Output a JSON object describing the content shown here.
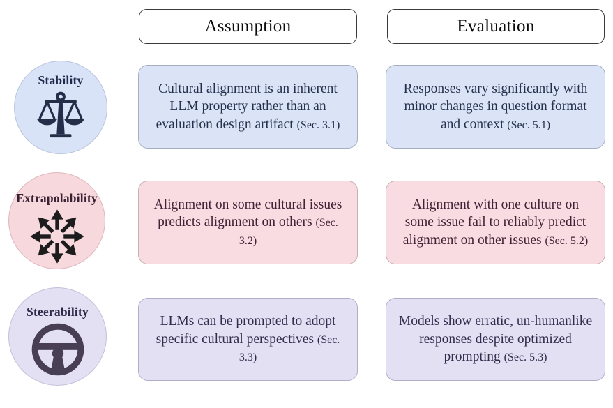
{
  "header": {
    "assumption": "Assumption",
    "evaluation": "Evaluation"
  },
  "rows": [
    {
      "id": "stability",
      "label": "Stability",
      "icon": "balance-scale-icon",
      "theme": {
        "fill": "#dbe4f6",
        "border": "#a6aec3",
        "text": "#25304d",
        "icon_color": "#242e48"
      },
      "assumption": {
        "text": "Cultural alignment is an inherent LLM property rather than an evaluation design artifact",
        "section": "(Sec. 3.1)"
      },
      "evaluation": {
        "text": "Responses vary significantly with minor changes in question format and context",
        "section": "(Sec. 5.1)"
      }
    },
    {
      "id": "extrapolability",
      "label": "Extrapolability",
      "icon": "radiating-arrows-icon",
      "theme": {
        "fill": "#f8dce1",
        "border": "#c9aeb6",
        "text": "#3f2336",
        "icon_color": "#1c1c1c"
      },
      "assumption": {
        "text": "Alignment on some cultural issues predicts alignment on others",
        "section": "(Sec. 3.2)"
      },
      "evaluation": {
        "text": "Alignment with one culture on some issue fail to reliably predict alignment on other issues",
        "section": "(Sec. 5.2)"
      }
    },
    {
      "id": "steerability",
      "label": "Steerability",
      "icon": "steering-wheel-icon",
      "theme": {
        "fill": "#e4e0f3",
        "border": "#b3abc9",
        "text": "#322c4d",
        "icon_color": "#483f55"
      },
      "assumption": {
        "text": "LLMs can be prompted to adopt specific cultural perspectives",
        "section": "(Sec. 3.3)"
      },
      "evaluation": {
        "text": "Models show erratic, un-humanlike responses despite optimized prompting",
        "section": "(Sec. 5.3)"
      }
    }
  ]
}
